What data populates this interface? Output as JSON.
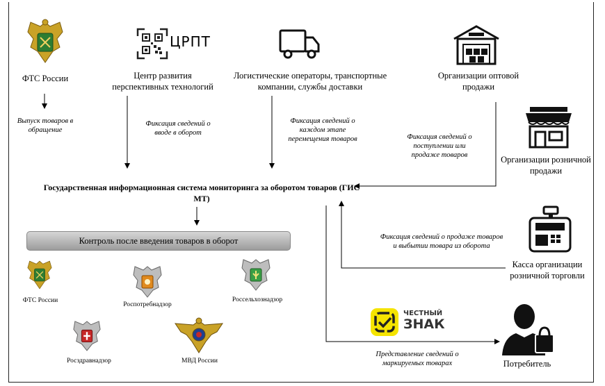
{
  "nodes": {
    "fts": "ФТС России",
    "cpt_logo_text": "ЦРПТ",
    "cpt_label": "Центр развития перспективных технологий",
    "logistics": "Логистические операторы, транспортные компании, службы доставки",
    "wholesale": "Организации оптовой продажи",
    "retail": "Организации розничной продажи",
    "gis_title": "Государственная информационная система мониторинга за оборотом товаров (ГИС МТ)",
    "register": "Касса организации розничной торговли",
    "consumer": "Потребитель"
  },
  "edges": {
    "fts_release": "Выпуск товаров в обращение",
    "cpt_fix": "Фиксация сведений о вводе в оборот",
    "log_fix": "Фиксация сведений о каждом этапе перемещения товаров",
    "retail_fix": "Фиксация сведений о поступлении или продаже товаров",
    "register_fix": "Фиксация сведений о продаже товаров и выбытии товара из оборота",
    "consumer_info": "Представление сведений о маркируемых товарах"
  },
  "control_bar": "Контроль после введения товаров в оборот",
  "agencies": {
    "fts": "ФТС России",
    "rospotreb": "Роспотребнадзор",
    "rosselkhoz": "Россельхознадзор",
    "roszdrav": "Росздравнадзор",
    "mvd": "МВД России"
  },
  "chestny_znak": {
    "line1": "ЧЕСТНЫЙ",
    "line2": "ЗНАК"
  },
  "colors": {
    "znak_yellow": "#f5e400",
    "emblem_green": "#2e7d32",
    "emblem_gold": "#c9a227",
    "bar_gray": "#b5b5b5"
  }
}
